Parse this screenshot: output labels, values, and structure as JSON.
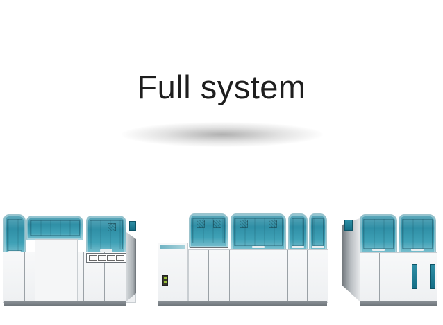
{
  "heading": {
    "title": "Full system"
  },
  "illustration": {
    "accent_color": "#2f8fa6",
    "cabinet_color": "#f2f3f4",
    "base_color": "#7a8186",
    "units": [
      {
        "name": "left-analyzer-module",
        "modules": 3
      },
      {
        "name": "center-analyzer-module",
        "modules": 5
      },
      {
        "name": "right-analyzer-module",
        "modules": 2
      }
    ]
  }
}
